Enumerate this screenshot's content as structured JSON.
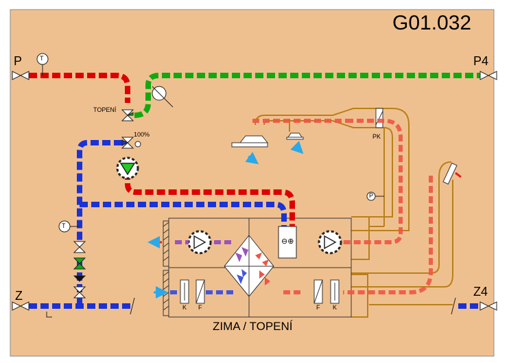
{
  "panel": {
    "id_label": "G01.032",
    "caption": "ZIMA / TOPENÍ"
  },
  "ports": {
    "supply": "P",
    "return": "Z",
    "supply_4": "P4",
    "return_4": "Z4"
  },
  "labels": {
    "heating_valve": "TOPENÍ",
    "valve_position": "100%",
    "fire_damper": "PK",
    "filter_left": "F",
    "damper_left": "K",
    "filter_right": "F",
    "damper_right": "K"
  },
  "sensors": {
    "temperature_top": "T",
    "temperature_left": "T",
    "pressure": "P"
  },
  "heat_exchanger": {
    "symbol": "⊖⊕"
  },
  "colors": {
    "background": "#efc08f",
    "hot_water": "#dd0000",
    "cold_water": "#1a32d8",
    "green_pipe": "#10aa10",
    "warm_air": "#ee5544",
    "duct": "#b8801a",
    "pump_green": "#22cc22",
    "mix_purple": "#9955bb"
  }
}
